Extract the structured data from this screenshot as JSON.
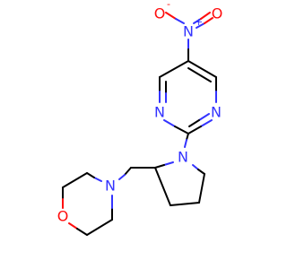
{
  "colors": {
    "bond": "#000000",
    "nitrogen": "#3333ff",
    "oxygen": "#ff0d0d"
  },
  "atoms": [
    {
      "id": "o_left",
      "symbol": "O",
      "element": "oxygen",
      "charge": "-"
    },
    {
      "id": "o_right",
      "symbol": "O",
      "element": "oxygen",
      "charge": ""
    },
    {
      "id": "n_nitro",
      "symbol": "N",
      "element": "nitrogen",
      "charge": "+"
    },
    {
      "id": "n_pyr_left",
      "symbol": "N",
      "element": "nitrogen",
      "charge": ""
    },
    {
      "id": "n_pyr_right",
      "symbol": "N",
      "element": "nitrogen",
      "charge": ""
    },
    {
      "id": "n_pyrrolidine",
      "symbol": "N",
      "element": "nitrogen",
      "charge": ""
    },
    {
      "id": "n_morpholine",
      "symbol": "N",
      "element": "nitrogen",
      "charge": ""
    },
    {
      "id": "o_morpholine",
      "symbol": "O",
      "element": "oxygen",
      "charge": ""
    }
  ]
}
